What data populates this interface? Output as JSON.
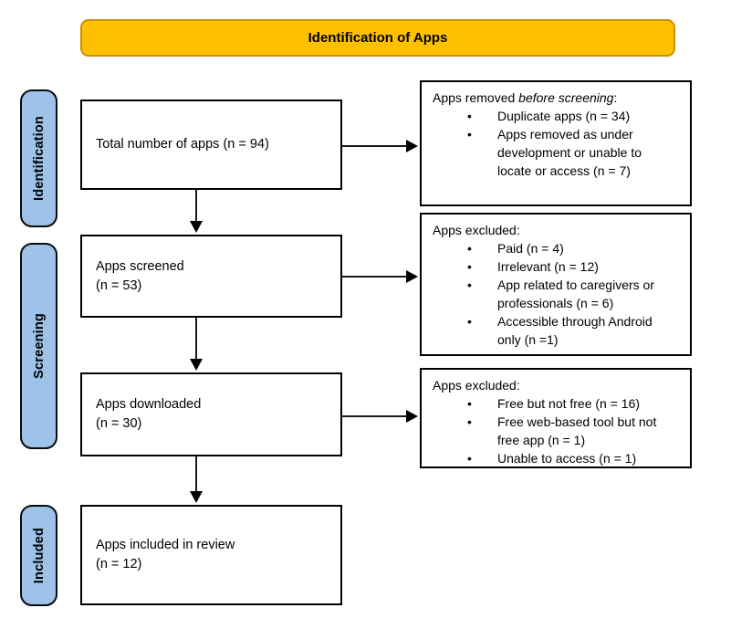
{
  "title": "Identification of Apps",
  "colors": {
    "banner_fill": "#FFC000",
    "banner_border": "#C99000",
    "stage_fill": "#9EC3E8"
  },
  "sidebar": {
    "items": [
      {
        "label": "Identification"
      },
      {
        "label": "Screening"
      },
      {
        "label": "Included"
      }
    ]
  },
  "flow": {
    "boxes": [
      {
        "line1": "Total number of apps (n = 94)",
        "line2": ""
      },
      {
        "line1": "Apps screened",
        "line2": "(n = 53)"
      },
      {
        "line1": "Apps downloaded",
        "line2": "(n = 30)"
      },
      {
        "line1": "Apps included in review",
        "line2": "(n = 12)"
      }
    ]
  },
  "side_boxes": [
    {
      "heading_pre": "Apps removed ",
      "heading_italic": "before screening",
      "heading_post": ":",
      "bullets": [
        "Duplicate apps (n = 34)",
        "Apps removed as under development or unable to locate or access (n = 7)"
      ]
    },
    {
      "heading_pre": "Apps excluded:",
      "heading_italic": "",
      "heading_post": "",
      "bullets": [
        "Paid (n = 4)",
        "Irrelevant (n = 12)",
        "App related to caregivers or professionals (n = 6)",
        "Accessible through Android only (n =1)"
      ]
    },
    {
      "heading_pre": "Apps excluded:",
      "heading_italic": "",
      "heading_post": "",
      "bullets": [
        "Free but not free (n = 16)",
        "Free web-based tool but not free app (n = 1)",
        "Unable to access (n = 1)"
      ]
    }
  ]
}
